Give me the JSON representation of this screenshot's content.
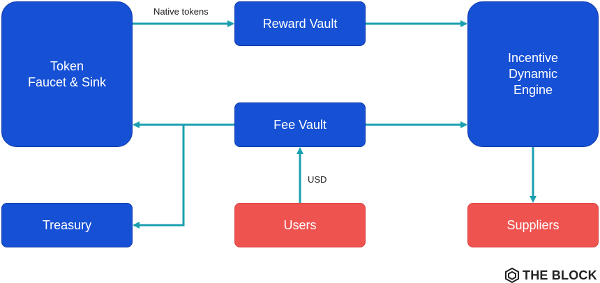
{
  "nodes": {
    "token_faucet_sink": "Token\nFaucet & Sink",
    "reward_vault": "Reward Vault",
    "incentive_engine": "Incentive\nDynamic\nEngine",
    "fee_vault": "Fee Vault",
    "treasury": "Treasury",
    "users": "Users",
    "suppliers": "Suppliers"
  },
  "edge_labels": {
    "native_tokens": "Native tokens",
    "usd": "USD"
  },
  "brand": {
    "name": "THE BLOCK",
    "logo_icon": "cube-outline-icon"
  },
  "colors": {
    "node_blue": "#1650d4",
    "node_red": "#ef5350",
    "arrow_teal": "#1a9fb0"
  }
}
